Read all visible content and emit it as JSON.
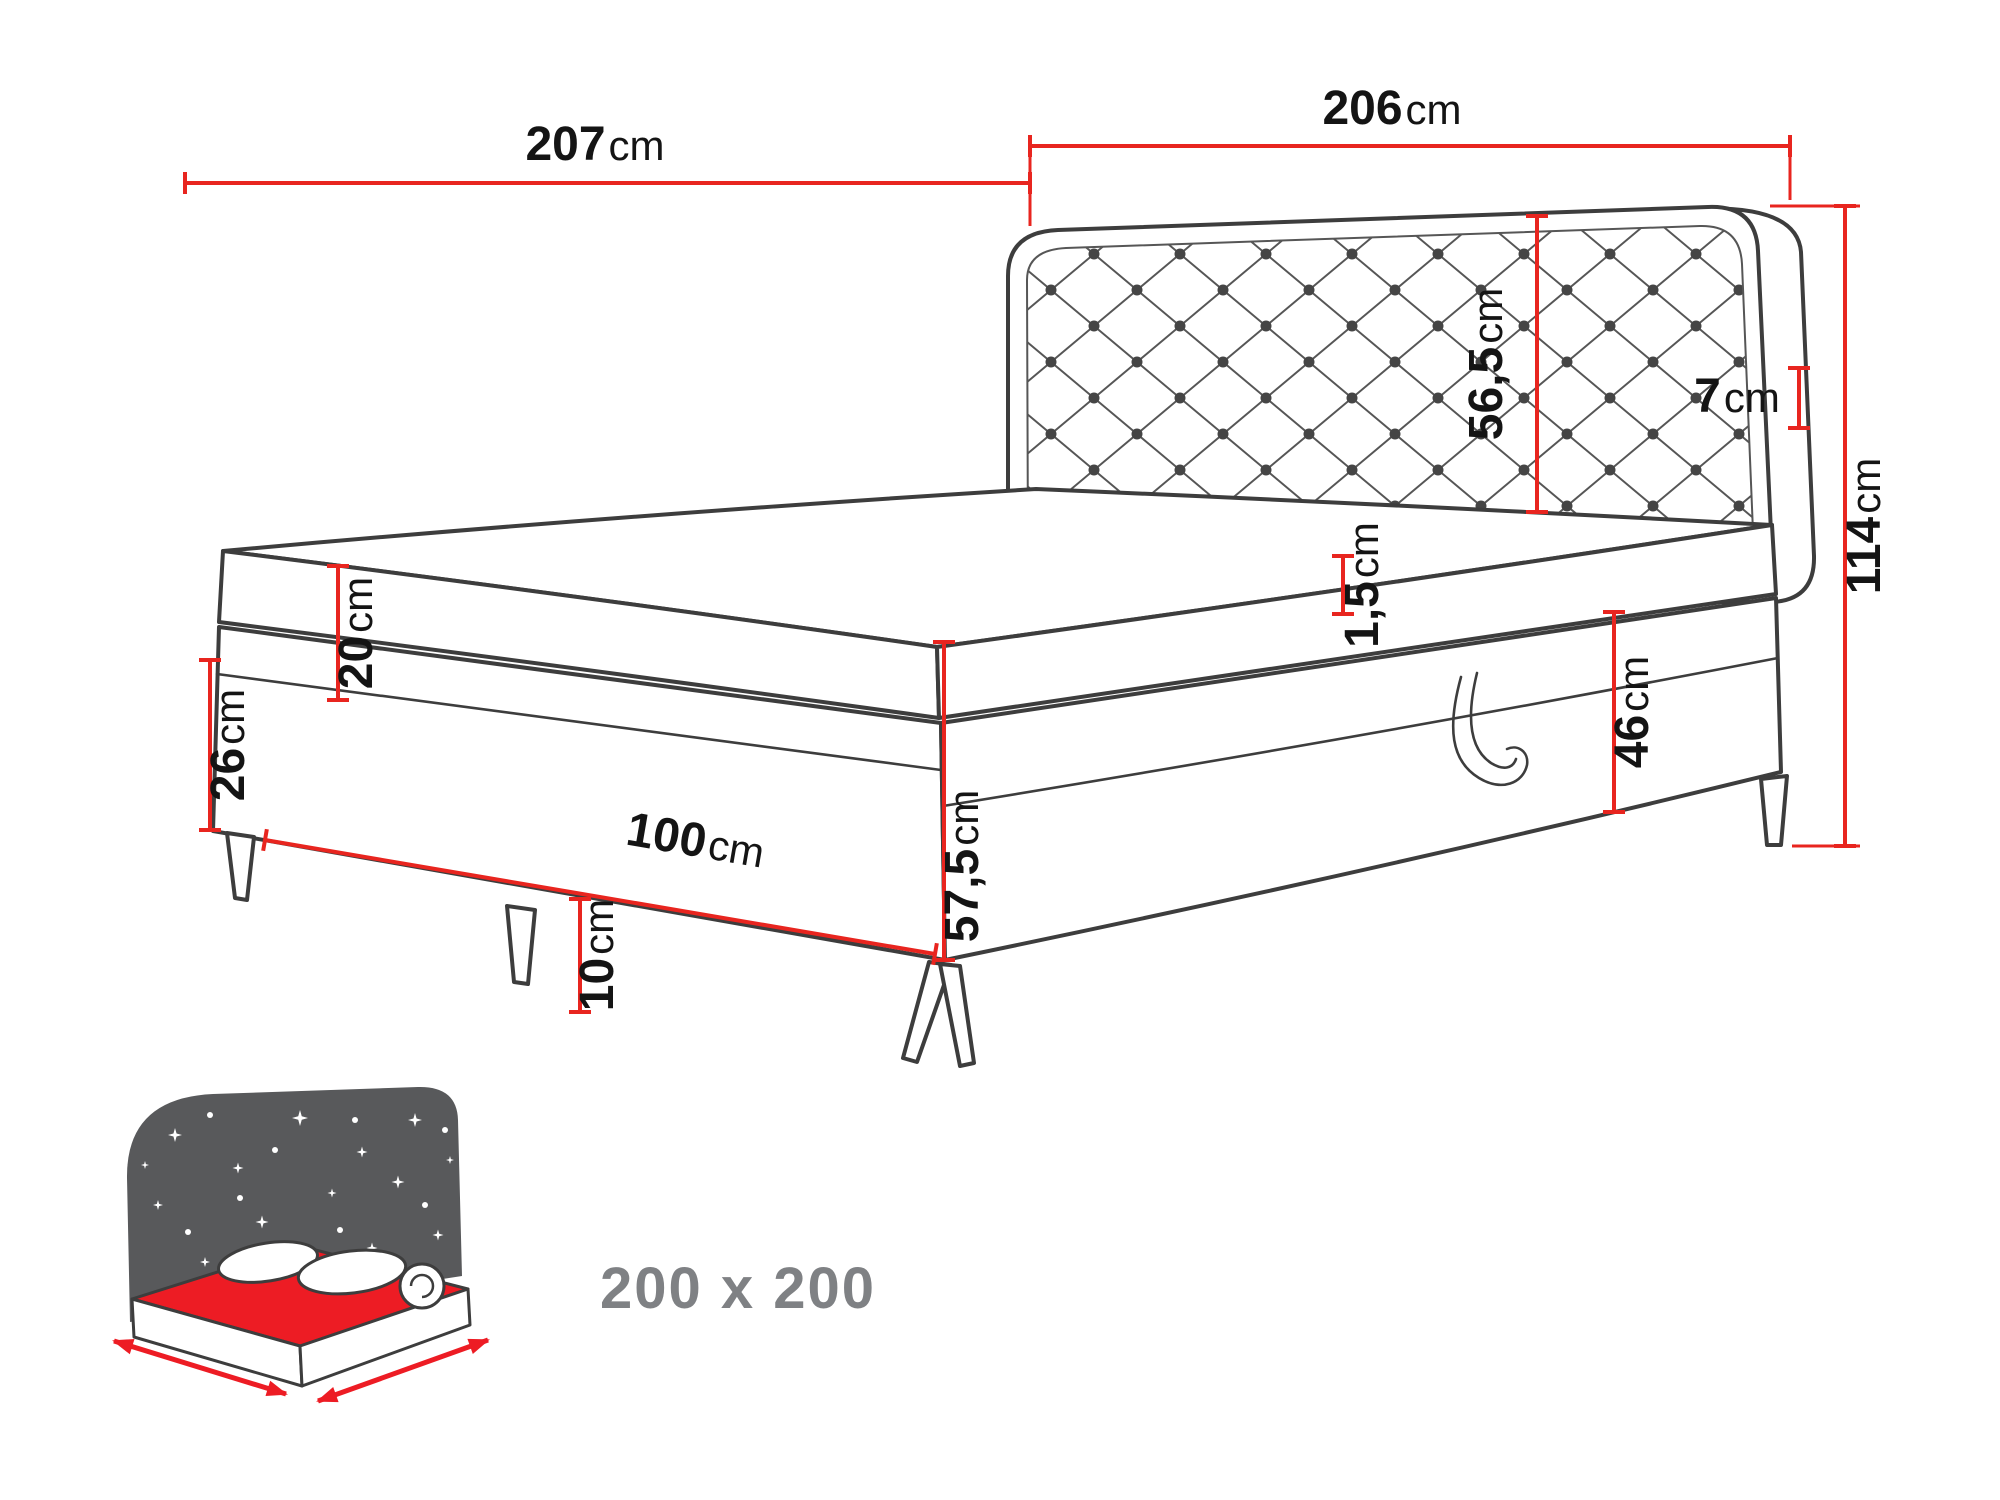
{
  "diagram": {
    "type": "boxspring-bed-dimension-diagram",
    "dimensions": {
      "total_width": {
        "value": "207",
        "unit": "cm"
      },
      "headboard_width": {
        "value": "206",
        "unit": "cm"
      },
      "headboard_height": {
        "value": "56,5",
        "unit": "cm"
      },
      "headboard_depth": {
        "value": "7",
        "unit": "cm"
      },
      "total_height": {
        "value": "114",
        "unit": "cm"
      },
      "mattress_thickness": {
        "value": "20",
        "unit": "cm"
      },
      "base_side_height": {
        "value": "26",
        "unit": "cm"
      },
      "storage_length": {
        "value": "100",
        "unit": "cm"
      },
      "leg_height": {
        "value": "10",
        "unit": "cm"
      },
      "front_height": {
        "value": "57,5",
        "unit": "cm"
      },
      "topper_seam": {
        "value": "1,5",
        "unit": "cm"
      },
      "storage_height": {
        "value": "46",
        "unit": "cm"
      }
    },
    "size_label": "200 x 200",
    "colors": {
      "dimension_red": "#e8251f",
      "outline_gray": "#3d3d3d",
      "icon_gray": "#58595b",
      "icon_red": "#ed1c24",
      "size_label_gray": "#7f8184"
    }
  }
}
